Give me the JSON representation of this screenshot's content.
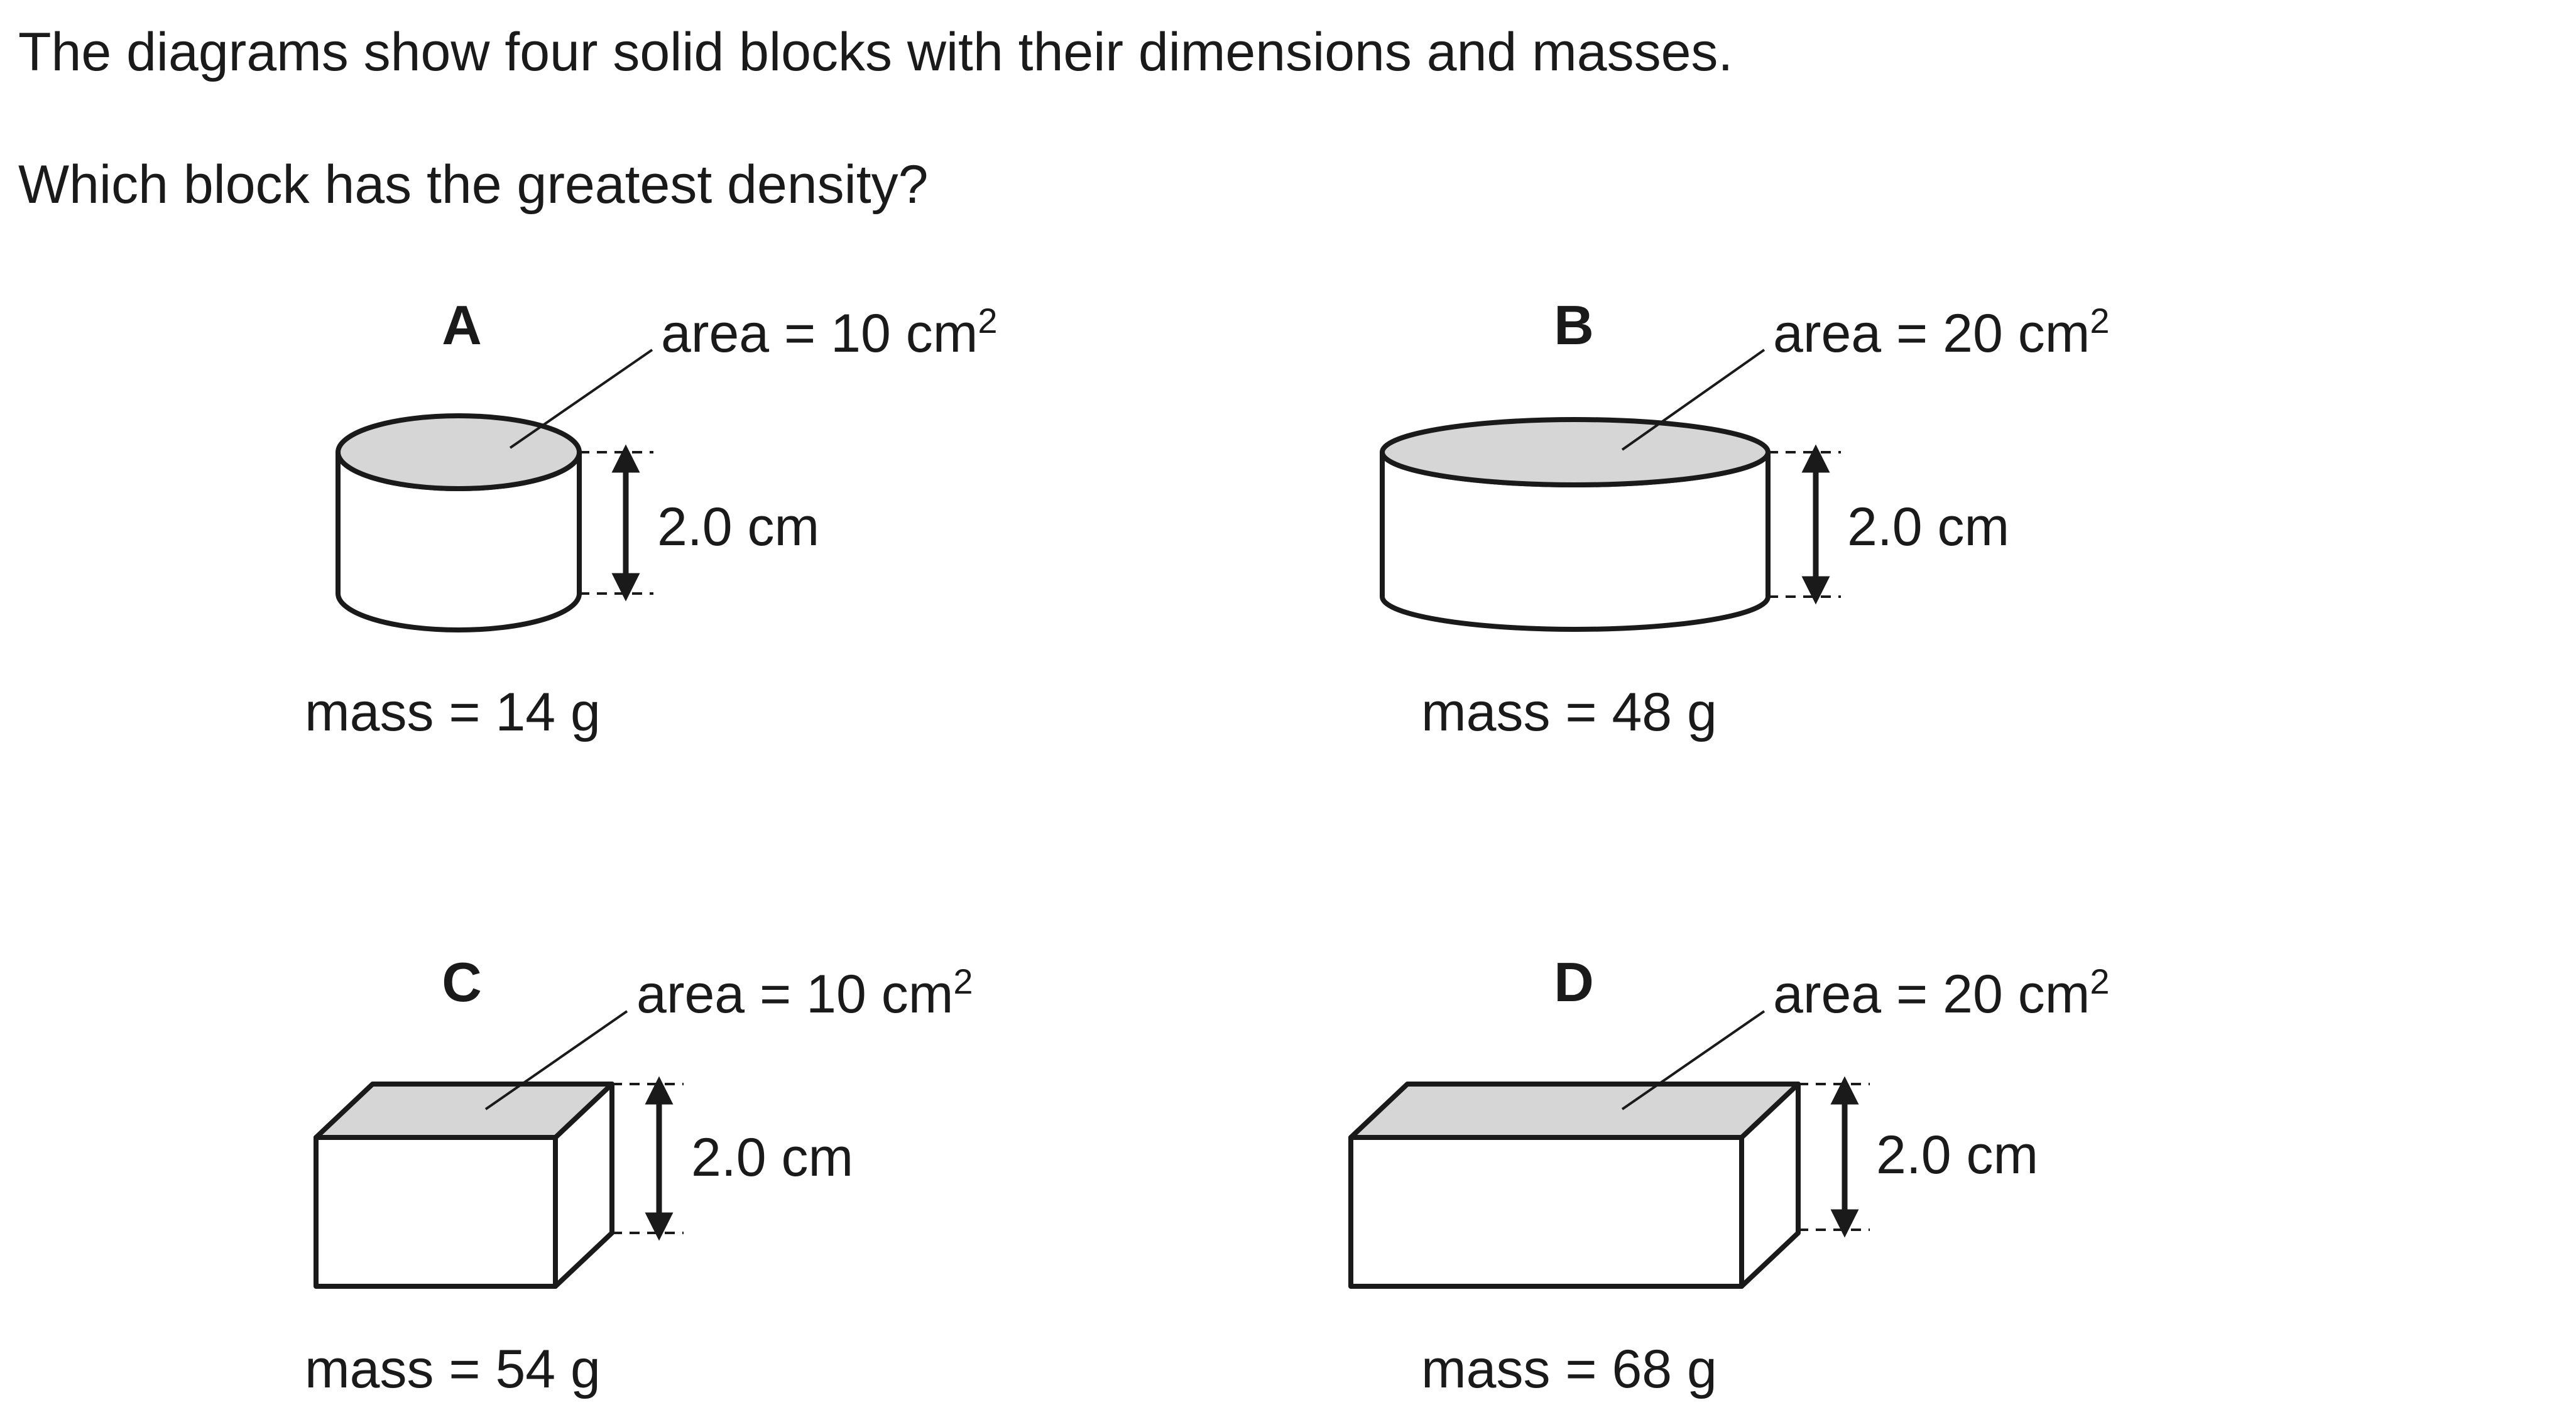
{
  "question": {
    "intro": "The diagrams show four solid blocks with their dimensions and masses.",
    "prompt": "Which block has the greatest density?"
  },
  "blocks": [
    {
      "letter": "A",
      "shape": "cylinder",
      "area_text": "area = 10 cm",
      "area_sup": "2",
      "height_text": "2.0 cm",
      "mass_text": "mass = 14 g"
    },
    {
      "letter": "B",
      "shape": "cylinder",
      "area_text": "area = 20 cm",
      "area_sup": "2",
      "height_text": "2.0 cm",
      "mass_text": "mass = 48 g"
    },
    {
      "letter": "C",
      "shape": "cuboid",
      "area_text": "area = 10 cm",
      "area_sup": "2",
      "height_text": "2.0 cm",
      "mass_text": "mass = 54 g"
    },
    {
      "letter": "D",
      "shape": "cuboid",
      "area_text": "area = 20 cm",
      "area_sup": "2",
      "height_text": "2.0 cm",
      "mass_text": "mass = 68 g"
    }
  ],
  "colors": {
    "top_face": "#d6d6d6",
    "ink": "#1a1a1a",
    "background": "#ffffff"
  }
}
